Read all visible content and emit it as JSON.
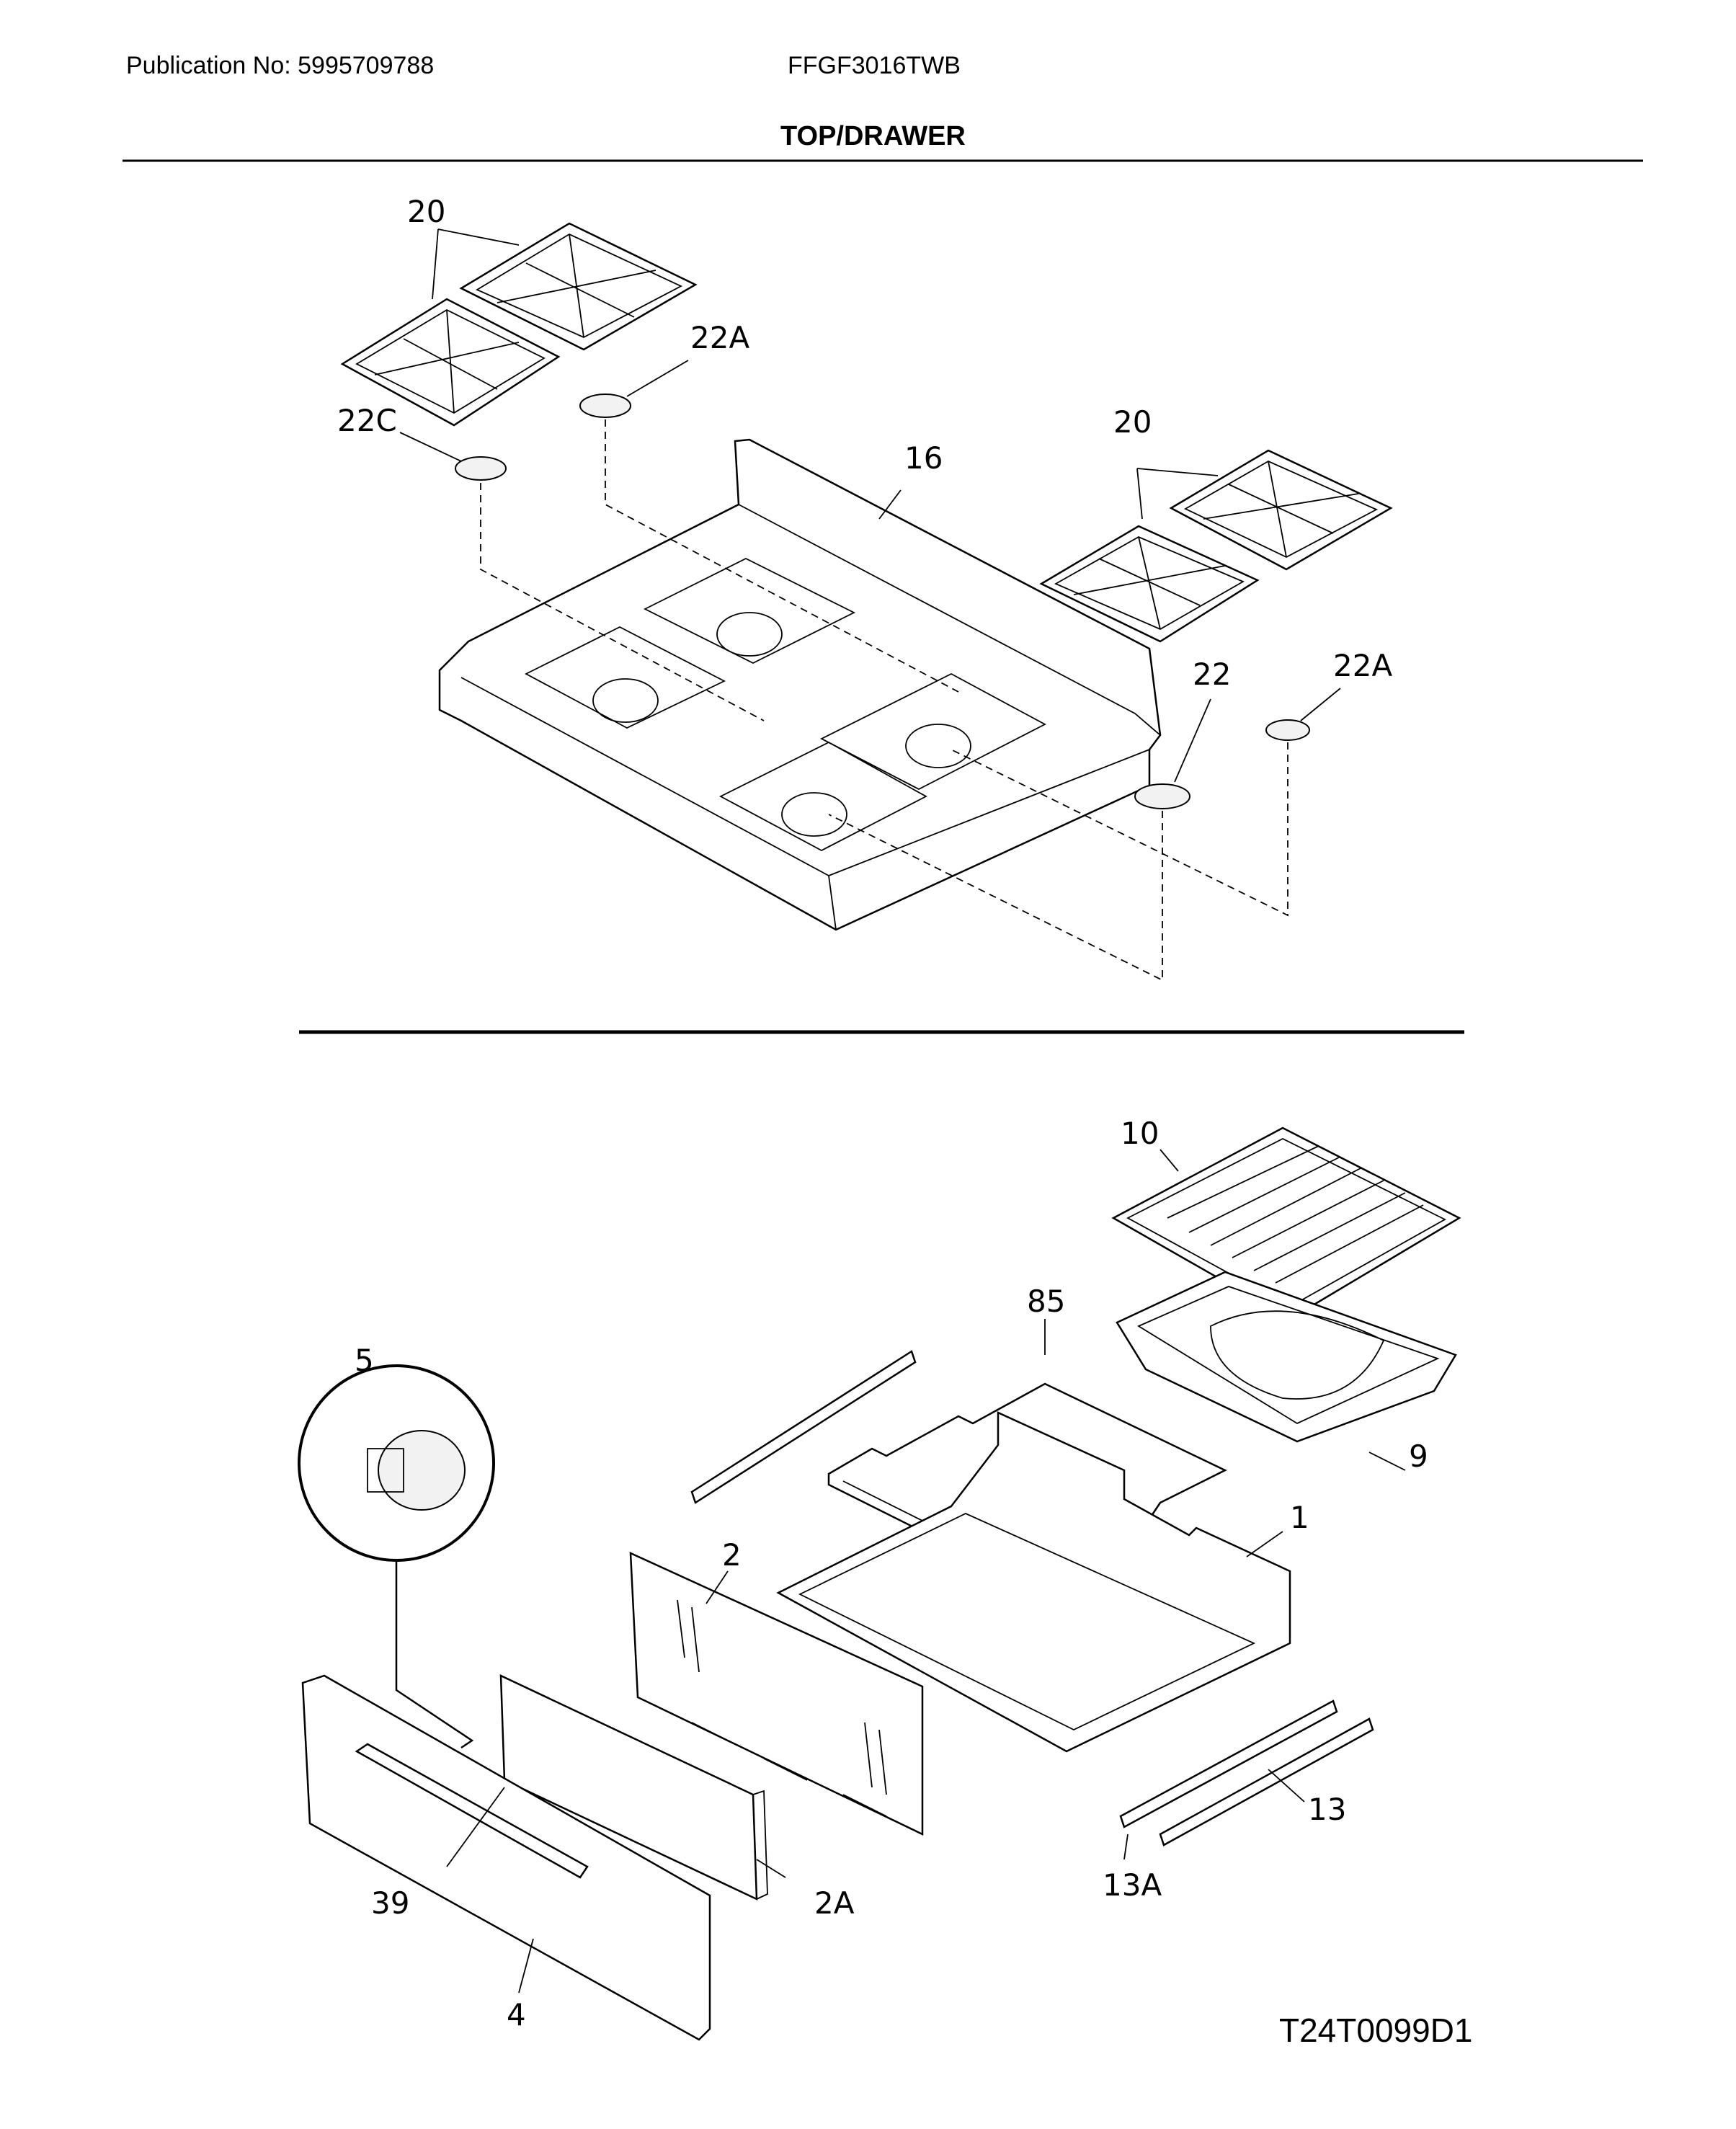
{
  "header": {
    "publication": "Publication No: 5995709788",
    "model": "FFGF3016TWB",
    "section_title": "TOP/DRAWER"
  },
  "footer": {
    "drawing_id": "T24T0099D1"
  },
  "callouts": {
    "grates_left": "20",
    "cap_22a_left": "22A",
    "cap_22c": "22C",
    "cooktop": "16",
    "grates_right": "20",
    "cap_22": "22",
    "cap_22a_right": "22A",
    "broil_grid": "10",
    "rack": "85",
    "broil_pan": "9",
    "knob": "5",
    "drawer_body": "1",
    "drawer_back_panel": "2",
    "drawer_front_panel": "2A",
    "handle": "39",
    "drawer_front": "4",
    "slide": "13",
    "slide_rail": "13A"
  }
}
